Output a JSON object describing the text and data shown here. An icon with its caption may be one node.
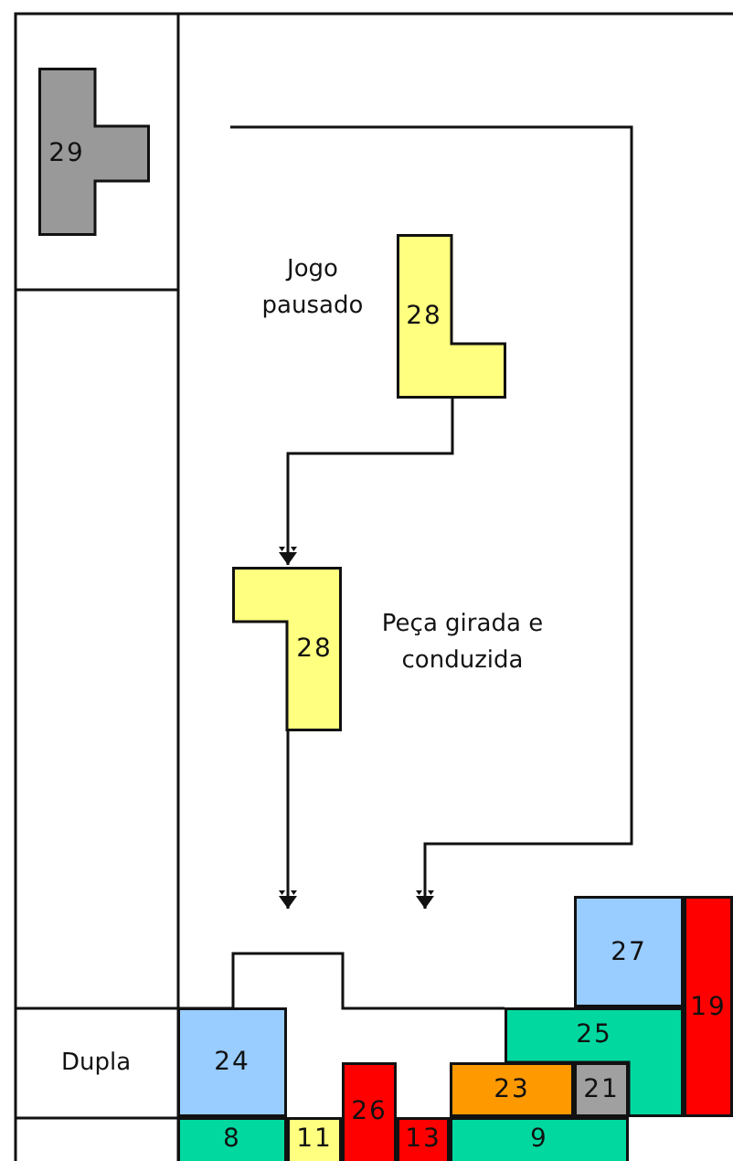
{
  "diagram": {
    "nodes": [
      {
        "text": [
          "29"
        ]
      },
      {
        "text": [
          "28"
        ],
        "beside": [
          "Jogo pausado"
        ]
      },
      {
        "text": [
          "28"
        ],
        "beside": [
          "Peça girada e conduzida"
        ]
      },
      {
        "text": [
          "27"
        ]
      },
      {
        "text": [
          "19"
        ]
      },
      {
        "text": [
          "25"
        ]
      },
      {
        "text": [
          "24"
        ]
      },
      {
        "text": [
          "23"
        ]
      },
      {
        "text": [
          "21"
        ]
      },
      {
        "text": [
          "26"
        ]
      },
      {
        "text": [
          "8"
        ]
      },
      {
        "text": [
          "11"
        ]
      },
      {
        "text": [
          "13"
        ]
      },
      {
        "text": [
          "9"
        ]
      }
    ],
    "edges": [
      {
        "from": 1,
        "to": 2,
        "arrow": "to"
      },
      {
        "from": 2,
        "to": null,
        "arrow": "to"
      }
    ],
    "labels": [
      "Dupla"
    ]
  }
}
